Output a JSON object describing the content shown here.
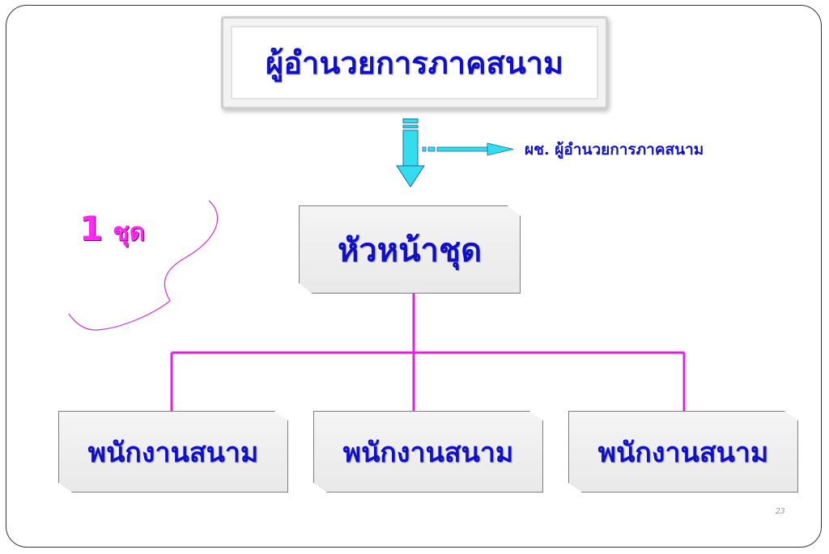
{
  "nodes": {
    "director": "ผู้อำนวยการภาคสนาม",
    "deputy": "ผช. ผู้อำนวยการภาคสนาม",
    "leader": "หัวหน้าชุด",
    "staff": [
      "พนักงานสนาม",
      "พนักงานสนาม",
      "พนักงานสนาม"
    ]
  },
  "team_count": {
    "number": "1",
    "unit": "ชุด"
  },
  "page_number": "23",
  "colors": {
    "text": "#1010c8",
    "connector": "#e020e0",
    "arrow_fill": "#33ddee",
    "team_label": "#ff2bf0"
  }
}
